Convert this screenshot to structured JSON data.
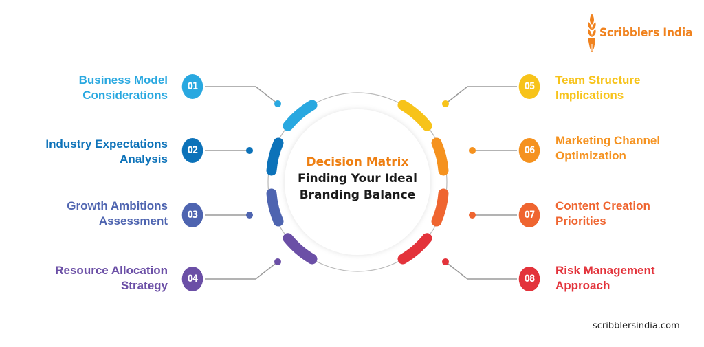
{
  "brand": {
    "name": "Scribblers India",
    "icon": "fountain-pen-wheat-icon",
    "color": "#f0821e",
    "website": "scribblersindia.com"
  },
  "center": {
    "title": "Decision Matrix",
    "subtitle_line1": "Finding Your Ideal",
    "subtitle_line2": "Branding Balance",
    "title_color": "#ee7f12",
    "subtitle_color": "#1a1a1a"
  },
  "items": [
    {
      "number": "01",
      "line1": "Business Model",
      "line2": "Considerations",
      "color": "#29a8e0",
      "side": "left"
    },
    {
      "number": "02",
      "line1": "Industry Expectations",
      "line2": "Analysis",
      "color": "#0c72b9",
      "side": "left"
    },
    {
      "number": "03",
      "line1": "Growth Ambitions",
      "line2": "Assessment",
      "color": "#4e64b0",
      "side": "left"
    },
    {
      "number": "04",
      "line1": "Resource Allocation",
      "line2": "Strategy",
      "color": "#6b4fa6",
      "side": "left"
    },
    {
      "number": "05",
      "line1": "Team Structure",
      "line2": "Implications",
      "color": "#f7c31a",
      "side": "right"
    },
    {
      "number": "06",
      "line1": "Marketing Channel",
      "line2": "Optimization",
      "color": "#f5921f",
      "side": "right"
    },
    {
      "number": "07",
      "line1": "Content Creation",
      "line2": "Priorities",
      "color": "#ef6530",
      "side": "right"
    },
    {
      "number": "08",
      "line1": "Risk Management",
      "line2": "Approach",
      "color": "#e3333b",
      "side": "right"
    }
  ]
}
